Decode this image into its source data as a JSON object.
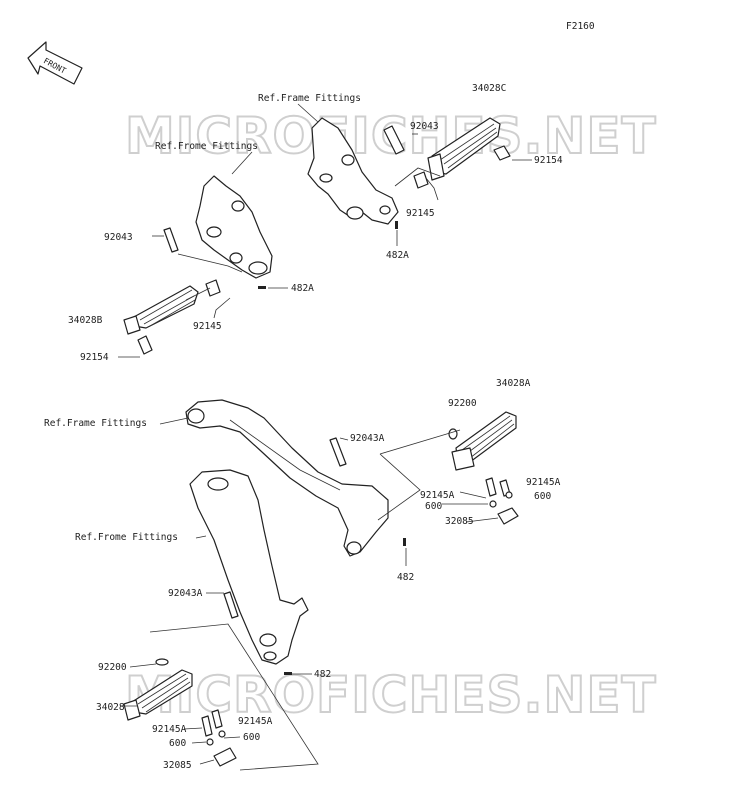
{
  "figure": {
    "code": "F2160",
    "front_label": "FRONT",
    "watermark": "MICROFICHES.NET"
  },
  "refs": [
    "Ref.Frame Fittings",
    "Ref.Frome Fittings",
    "Ref.Frame Fittings",
    "Ref.Frome Fittings"
  ],
  "parts": {
    "p34028C": "34028C",
    "p92043_top": "92043",
    "p92154_top": "92154",
    "p92145_top": "92145",
    "p482A_top": "482A",
    "p92043_left": "92043",
    "p482A_left": "482A",
    "p34028B": "34028B",
    "p92145_left": "92145",
    "p92154_left": "92154",
    "p34028A": "34028A",
    "p92200_r": "92200",
    "p92043A_r": "92043A",
    "p92145A_r1": "92145A",
    "p92145A_r2": "92145A",
    "p600_r1": "600",
    "p600_r2": "600",
    "p32085_r": "32085",
    "p482_r": "482",
    "p92043A_b": "92043A",
    "p92200_b": "92200",
    "p482_b": "482",
    "p34028": "34028",
    "p92145A_b1": "92145A",
    "p92145A_b2": "92145A",
    "p600_b1": "600",
    "p600_b2": "600",
    "p32085_b": "32085"
  }
}
